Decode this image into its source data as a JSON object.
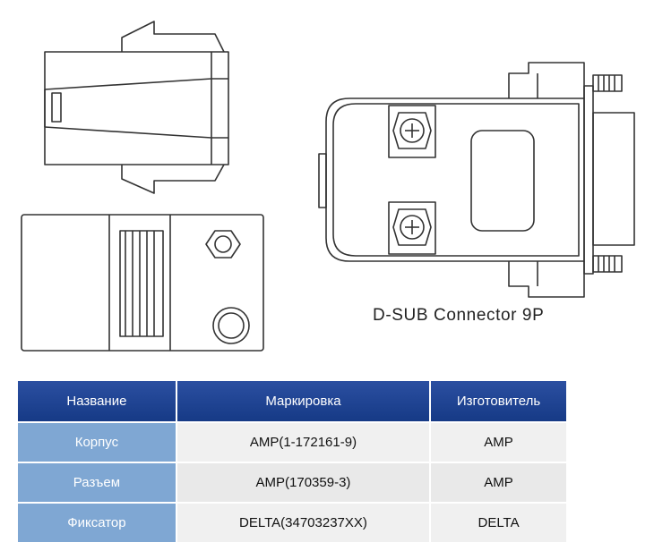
{
  "caption": "D-SUB Connector 9P",
  "table": {
    "headers": [
      "Название",
      "Маркировка",
      "Изготовитель"
    ],
    "rows": [
      {
        "name": "Корпус",
        "mark": "AMP(1-172161-9)",
        "maker": "AMP"
      },
      {
        "name": "Разъем",
        "mark": "AMP(170359-3)",
        "maker": "AMP"
      },
      {
        "name": "Фиксатор",
        "mark": "DELTA(34703237XX)",
        "maker": "DELTA"
      }
    ]
  },
  "colors": {
    "header": "#1f4596",
    "name_cell": "#7fa7d3",
    "value_cell": "#efefef",
    "line": "#333333"
  }
}
